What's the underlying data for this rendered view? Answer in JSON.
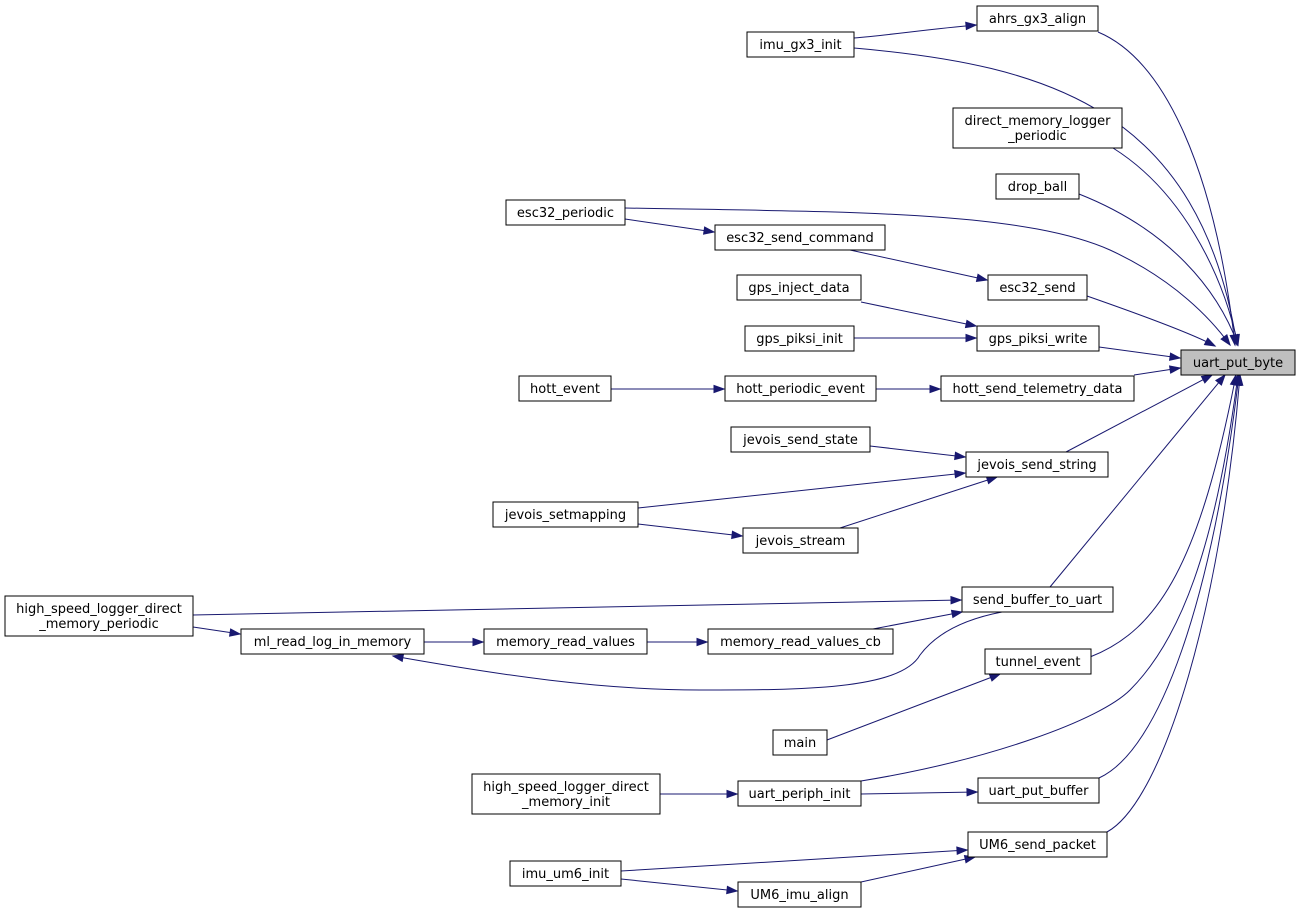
{
  "diagram": {
    "root": "uart_put_byte",
    "edge_color": "#191970",
    "root_fill": "#bfbfbf",
    "nodes": {
      "uart_put_byte": [
        "uart_put_byte"
      ],
      "ahrs_gx3_align": [
        "ahrs_gx3_align"
      ],
      "imu_gx3_init": [
        "imu_gx3_init"
      ],
      "direct_memory_logger_periodic": [
        "direct_memory_logger",
        "_periodic"
      ],
      "drop_ball": [
        "drop_ball"
      ],
      "esc32_periodic": [
        "esc32_periodic"
      ],
      "esc32_send_command": [
        "esc32_send_command"
      ],
      "esc32_send": [
        "esc32_send"
      ],
      "gps_inject_data": [
        "gps_inject_data"
      ],
      "gps_piksi_init": [
        "gps_piksi_init"
      ],
      "gps_piksi_write": [
        "gps_piksi_write"
      ],
      "hott_event": [
        "hott_event"
      ],
      "hott_periodic_event": [
        "hott_periodic_event"
      ],
      "hott_send_telemetry_data": [
        "hott_send_telemetry_data"
      ],
      "jevois_send_state": [
        "jevois_send_state"
      ],
      "jevois_send_string": [
        "jevois_send_string"
      ],
      "jevois_setmapping": [
        "jevois_setmapping"
      ],
      "jevois_stream": [
        "jevois_stream"
      ],
      "high_speed_logger_direct_memory_periodic": [
        "high_speed_logger_direct",
        "_memory_periodic"
      ],
      "send_buffer_to_uart": [
        "send_buffer_to_uart"
      ],
      "ml_read_log_in_memory": [
        "ml_read_log_in_memory"
      ],
      "memory_read_values": [
        "memory_read_values"
      ],
      "memory_read_values_cb": [
        "memory_read_values_cb"
      ],
      "tunnel_event": [
        "tunnel_event"
      ],
      "main": [
        "main"
      ],
      "high_speed_logger_direct_memory_init": [
        "high_speed_logger_direct",
        "_memory_init"
      ],
      "uart_periph_init": [
        "uart_periph_init"
      ],
      "uart_put_buffer": [
        "uart_put_buffer"
      ],
      "UM6_send_packet": [
        "UM6_send_packet"
      ],
      "imu_um6_init": [
        "imu_um6_init"
      ],
      "UM6_imu_align": [
        "UM6_imu_align"
      ]
    },
    "edges": [
      [
        "ahrs_gx3_align",
        "uart_put_byte"
      ],
      [
        "imu_gx3_init",
        "ahrs_gx3_align"
      ],
      [
        "imu_gx3_init",
        "uart_put_byte"
      ],
      [
        "direct_memory_logger_periodic",
        "uart_put_byte"
      ],
      [
        "drop_ball",
        "uart_put_byte"
      ],
      [
        "esc32_periodic",
        "uart_put_byte"
      ],
      [
        "esc32_periodic",
        "esc32_send_command"
      ],
      [
        "esc32_send_command",
        "esc32_send"
      ],
      [
        "esc32_send",
        "uart_put_byte"
      ],
      [
        "gps_inject_data",
        "gps_piksi_write"
      ],
      [
        "gps_piksi_init",
        "gps_piksi_write"
      ],
      [
        "gps_piksi_write",
        "uart_put_byte"
      ],
      [
        "hott_event",
        "hott_periodic_event"
      ],
      [
        "hott_periodic_event",
        "hott_send_telemetry_data"
      ],
      [
        "hott_send_telemetry_data",
        "uart_put_byte"
      ],
      [
        "jevois_send_state",
        "jevois_send_string"
      ],
      [
        "jevois_send_string",
        "uart_put_byte"
      ],
      [
        "jevois_setmapping",
        "jevois_send_string"
      ],
      [
        "jevois_setmapping",
        "jevois_stream"
      ],
      [
        "jevois_stream",
        "jevois_send_string"
      ],
      [
        "high_speed_logger_direct_memory_periodic",
        "send_buffer_to_uart"
      ],
      [
        "high_speed_logger_direct_memory_periodic",
        "ml_read_log_in_memory"
      ],
      [
        "send_buffer_to_uart",
        "uart_put_byte"
      ],
      [
        "send_buffer_to_uart",
        "ml_read_log_in_memory"
      ],
      [
        "ml_read_log_in_memory",
        "memory_read_values"
      ],
      [
        "memory_read_values",
        "memory_read_values_cb"
      ],
      [
        "memory_read_values_cb",
        "send_buffer_to_uart"
      ],
      [
        "tunnel_event",
        "uart_put_byte"
      ],
      [
        "main",
        "tunnel_event"
      ],
      [
        "high_speed_logger_direct_memory_init",
        "uart_periph_init"
      ],
      [
        "uart_periph_init",
        "uart_put_byte"
      ],
      [
        "uart_periph_init",
        "uart_put_buffer"
      ],
      [
        "uart_put_buffer",
        "uart_put_byte"
      ],
      [
        "UM6_send_packet",
        "uart_put_byte"
      ],
      [
        "imu_um6_init",
        "UM6_send_packet"
      ],
      [
        "imu_um6_init",
        "UM6_imu_align"
      ],
      [
        "UM6_imu_align",
        "UM6_send_packet"
      ]
    ]
  }
}
